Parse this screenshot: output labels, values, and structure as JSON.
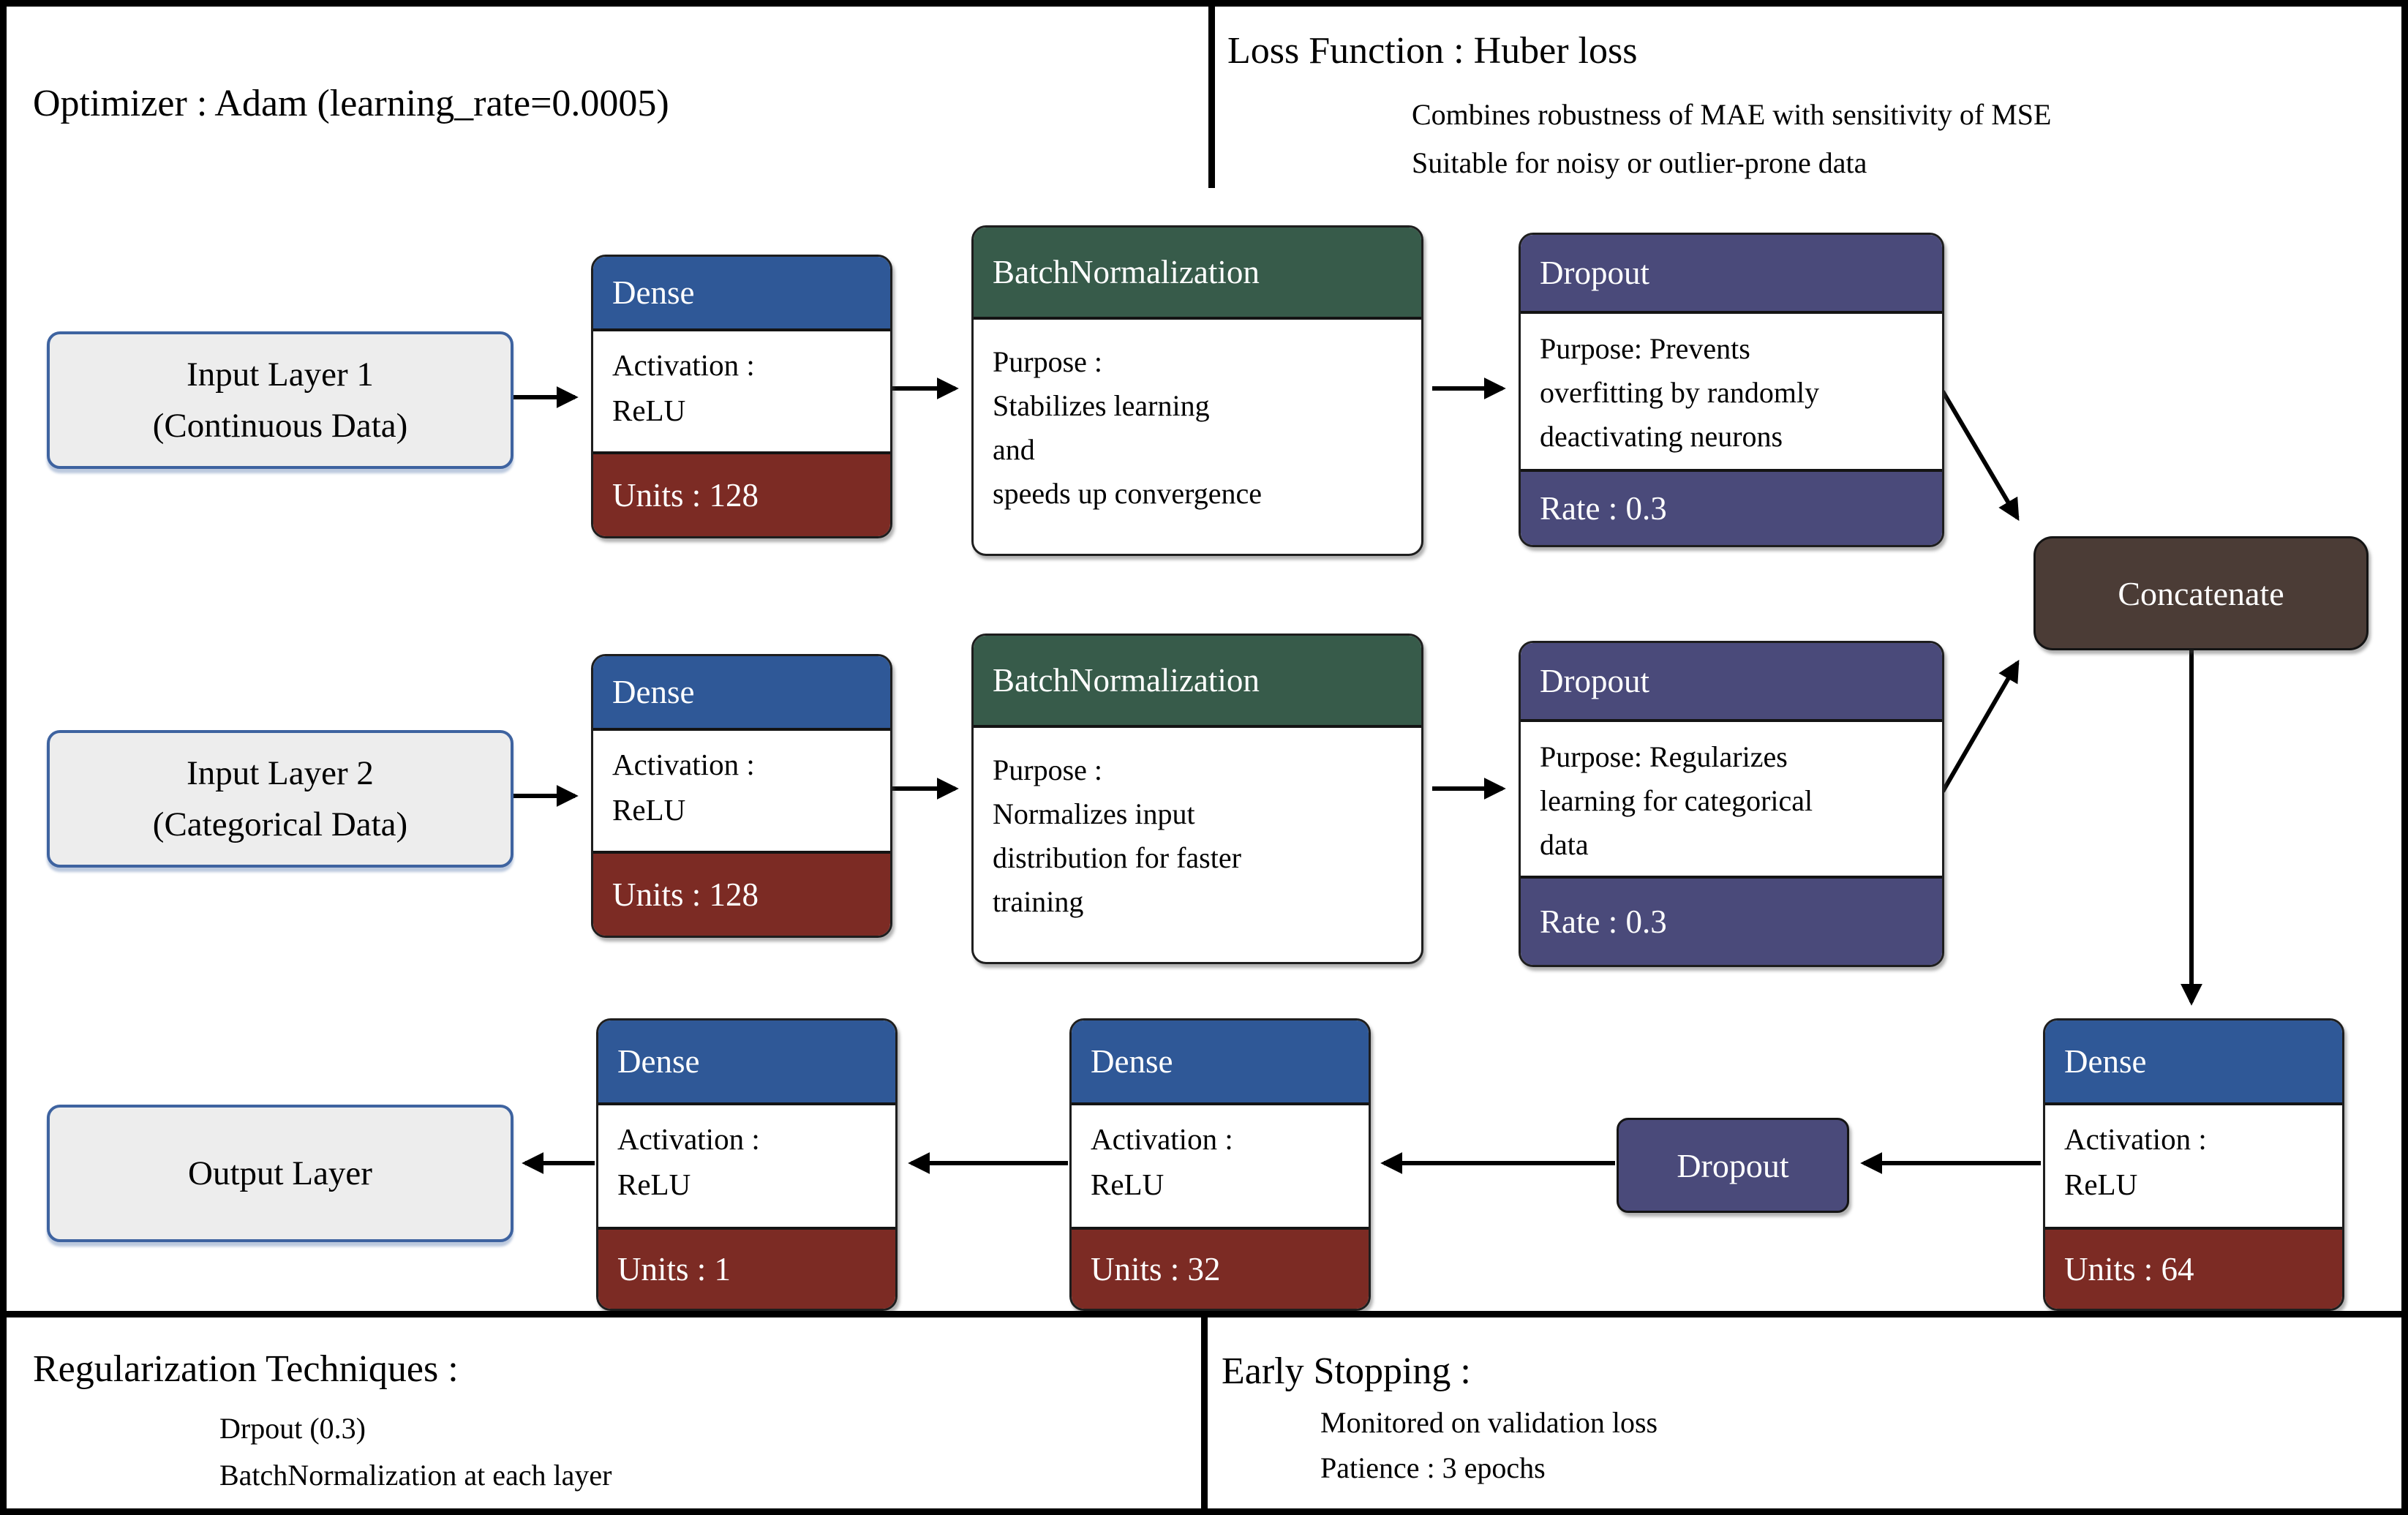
{
  "panels": {
    "optimizer": {
      "title": "Optimizer : Adam (learning_rate=0.0005)"
    },
    "loss": {
      "title": "Loss Function : Huber loss",
      "lines": [
        "Combines robustness of MAE with sensitivity of MSE",
        "Suitable for noisy or outlier-prone data"
      ]
    },
    "regularization": {
      "title": "Regularization Techniques :",
      "lines": [
        "Drpout (0.3)",
        "BatchNormalization at each layer"
      ]
    },
    "early_stopping": {
      "title": "Early Stopping :",
      "lines": [
        "Monitored on validation loss",
        "Patience : 3 epochs"
      ]
    }
  },
  "nodes": {
    "input1": {
      "line1": "Input Layer 1",
      "line2": "(Continuous Data)"
    },
    "input2": {
      "line1": "Input Layer 2",
      "line2": "(Categorical Data)"
    },
    "output": {
      "line1": "Output Layer"
    },
    "dense1": {
      "title": "Dense",
      "body": [
        "Activation :",
        "ReLU"
      ],
      "footer": "Units : 128"
    },
    "dense2": {
      "title": "Dense",
      "body": [
        "Activation :",
        "ReLU"
      ],
      "footer": "Units : 128"
    },
    "bn1": {
      "title": "BatchNormalization",
      "body": [
        "Purpose :",
        "Stabilizes learning",
        "and",
        "speeds up convergence"
      ]
    },
    "bn2": {
      "title": "BatchNormalization",
      "body": [
        "Purpose :",
        "Normalizes input",
        "distribution for faster",
        "training"
      ]
    },
    "drop1": {
      "title": "Dropout",
      "body": [
        "Purpose: Prevents",
        "overfitting by randomly",
        "deactivating neurons"
      ],
      "footer": "Rate : 0.3"
    },
    "drop2": {
      "title": "Dropout",
      "body": [
        "Purpose: Regularizes",
        "learning for categorical",
        "data"
      ],
      "footer": "Rate : 0.3"
    },
    "concat": {
      "label": "Concatenate"
    },
    "drop_small": {
      "label": "Dropout"
    },
    "dense64": {
      "title": "Dense",
      "body": [
        "Activation :",
        "ReLU"
      ],
      "footer": "Units : 64"
    },
    "dense32": {
      "title": "Dense",
      "body": [
        "Activation :",
        "ReLU"
      ],
      "footer": "Units : 32"
    },
    "dense_out": {
      "title": "Dense",
      "body": [
        "Activation :",
        "ReLU"
      ],
      "footer": "Units : 1"
    }
  },
  "colors": {
    "dense_header": "#2F5897",
    "units_footer": "#7C2B24",
    "batchnorm_header": "#375B4A",
    "dropout": "#4A4A7A",
    "concatenate": "#4B3C36",
    "io_fill": "#EDEDED",
    "io_border": "#3E63A0",
    "line": "#000000"
  }
}
